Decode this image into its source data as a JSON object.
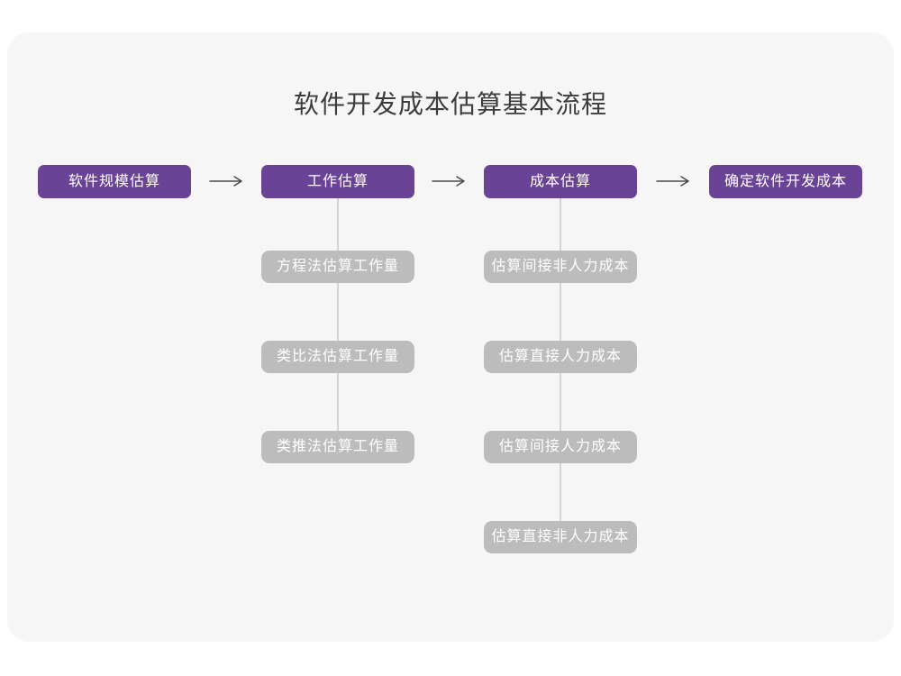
{
  "title": "软件开发成本估算基本流程",
  "colors": {
    "page_bg": "#FFFFFF",
    "card_bg": "#F6F6F6",
    "node_purple": "#6B4396",
    "node_gray": "#BCBCBC",
    "node_text": "#FFFFFF",
    "title_text": "#3C3C3C",
    "arrow": "#4A4A4A",
    "connector": "#D4D4D4"
  },
  "main_nodes": [
    {
      "label": "软件规模估算"
    },
    {
      "label": "工作估算"
    },
    {
      "label": "成本估算"
    },
    {
      "label": "确定软件开发成本"
    }
  ],
  "work_sub_nodes": [
    {
      "label": "方程法估算工作量"
    },
    {
      "label": "类比法估算工作量"
    },
    {
      "label": "类推法估算工作量"
    }
  ],
  "cost_sub_nodes": [
    {
      "label": "估算间接非人力成本"
    },
    {
      "label": "估算直接人力成本"
    },
    {
      "label": "估算间接人力成本"
    },
    {
      "label": "估算直接非人力成本"
    }
  ]
}
